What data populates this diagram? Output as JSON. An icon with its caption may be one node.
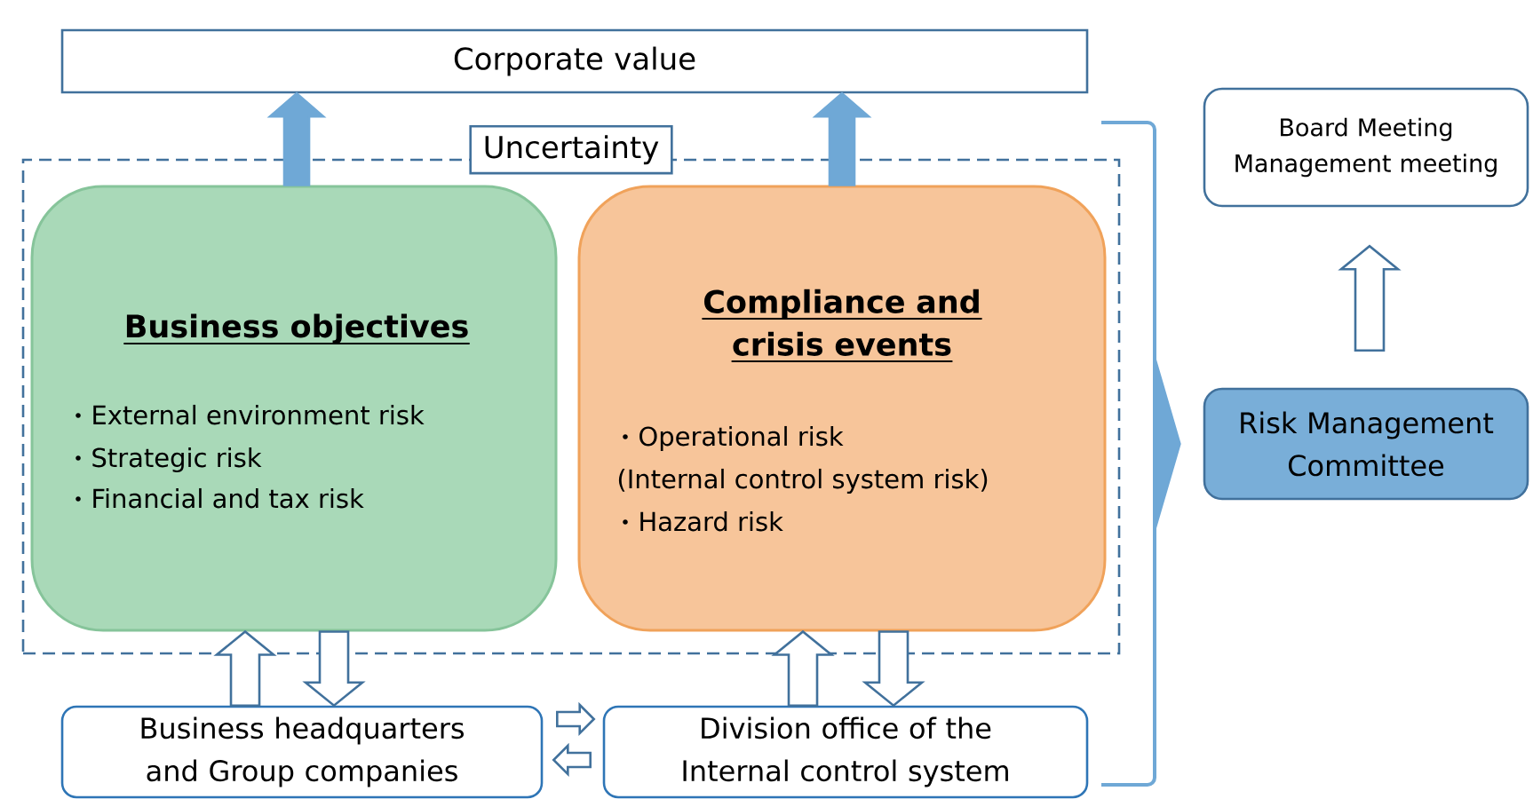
{
  "diagram": {
    "nodes": [
      {
        "text": [
          "Corporate value"
        ]
      },
      {
        "text": [
          "Uncertainty"
        ]
      },
      {
        "text": [
          "Business objectives",
          "External environment risk",
          "Strategic risk",
          "Financial and tax risk"
        ],
        "in": 1
      },
      {
        "text": [
          "Compliance and crisis events",
          "Operational risk",
          "(Internal control system risk)",
          "Hazard risk"
        ],
        "in": 1
      },
      {
        "text": [
          "Business headquarters and Group companies"
        ]
      },
      {
        "text": [
          "Division office of the Internal control system"
        ]
      },
      {
        "text": [
          "Board Meeting Management meeting"
        ]
      },
      {
        "text": [
          "Risk Management Committee"
        ]
      }
    ],
    "edges": [
      {
        "from": 2,
        "to": 0,
        "arrow": "to",
        "color": "#6fa8d6"
      },
      {
        "from": 3,
        "to": 0,
        "arrow": "to",
        "color": "#6fa8d6"
      },
      {
        "from": 4,
        "to": 2,
        "arrow": "to"
      },
      {
        "from": 2,
        "to": 4,
        "arrow": "to"
      },
      {
        "from": 5,
        "to": 3,
        "arrow": "to"
      },
      {
        "from": 3,
        "to": 5,
        "arrow": "to"
      },
      {
        "from": 4,
        "to": 5,
        "arrow": "to"
      },
      {
        "from": 5,
        "to": 4,
        "arrow": "to"
      },
      {
        "from": 7,
        "to": 6,
        "arrow": "to"
      },
      {
        "from": 1,
        "to": 7,
        "arrow": "to",
        "color": "#6fa8d6"
      }
    ]
  }
}
